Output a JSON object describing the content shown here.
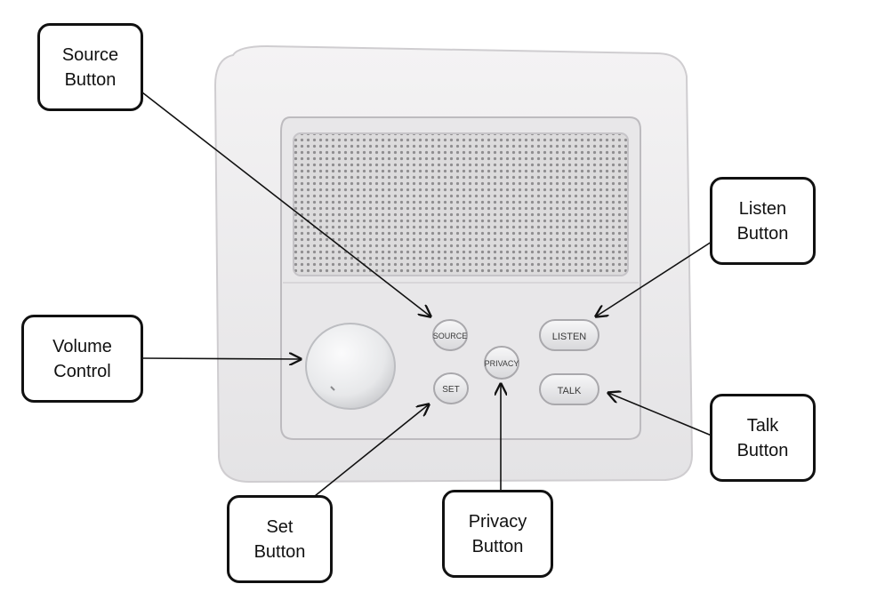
{
  "callouts": {
    "source": "Source\nButton",
    "listen": "Listen\nButton",
    "volume": "Volume\nControl",
    "talk": "Talk\nButton",
    "set": "Set\nButton",
    "privacy": "Privacy\nButton"
  },
  "device_buttons": {
    "source": "SOURCE",
    "privacy": "PRIVACY",
    "set": "SET",
    "listen": "LISTEN",
    "talk": "TALK"
  },
  "colors": {
    "plate": "#ecebec",
    "speaker_grille": "#d9d8d9",
    "knob": "#eeeff0",
    "outline": "#111111"
  }
}
